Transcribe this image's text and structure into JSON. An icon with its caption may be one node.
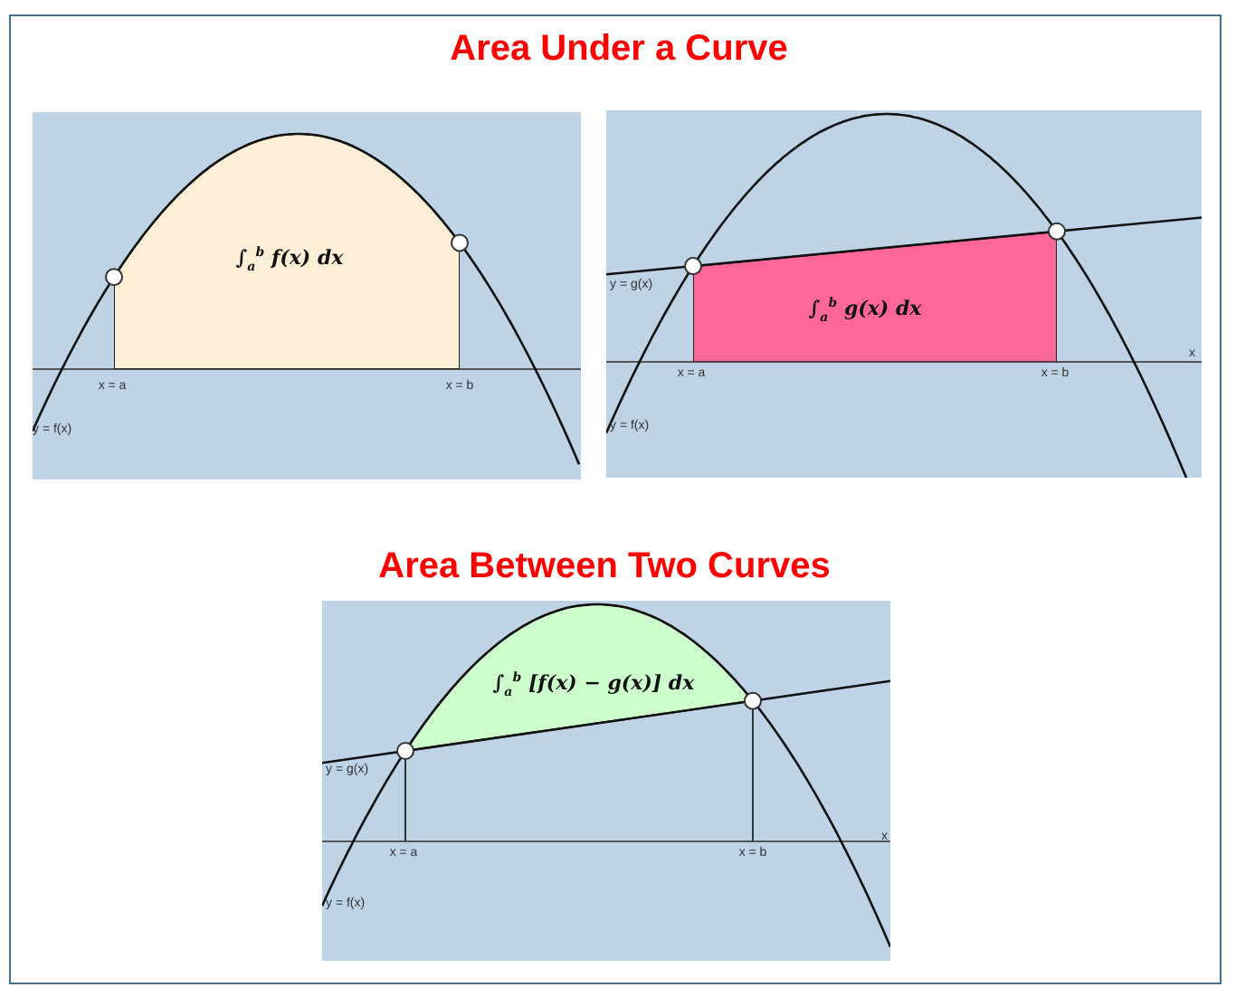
{
  "diagram": {
    "title": "Area Under a Curve",
    "nodes": [
      {
        "text": [
          "∫$_{a}$$^{b}$ f(x) dx"
        ]
      },
      {
        "text": [
          "∫$_{a}$$^{b}$ g(x) dx"
        ]
      },
      {
        "text": [
          "∫$_{a}$$^{b}$ [f(x) − g(x)] dx"
        ]
      }
    ],
    "labels": [
      "x = a",
      "x = b",
      "y = f(x)",
      "y = g(x)",
      "x",
      "x = a",
      "x = b",
      "y = f(x)",
      "Area Between Two Curves",
      "y = g(x)",
      "x",
      "x = a",
      "x = b",
      "y = f(x)"
    ]
  }
}
